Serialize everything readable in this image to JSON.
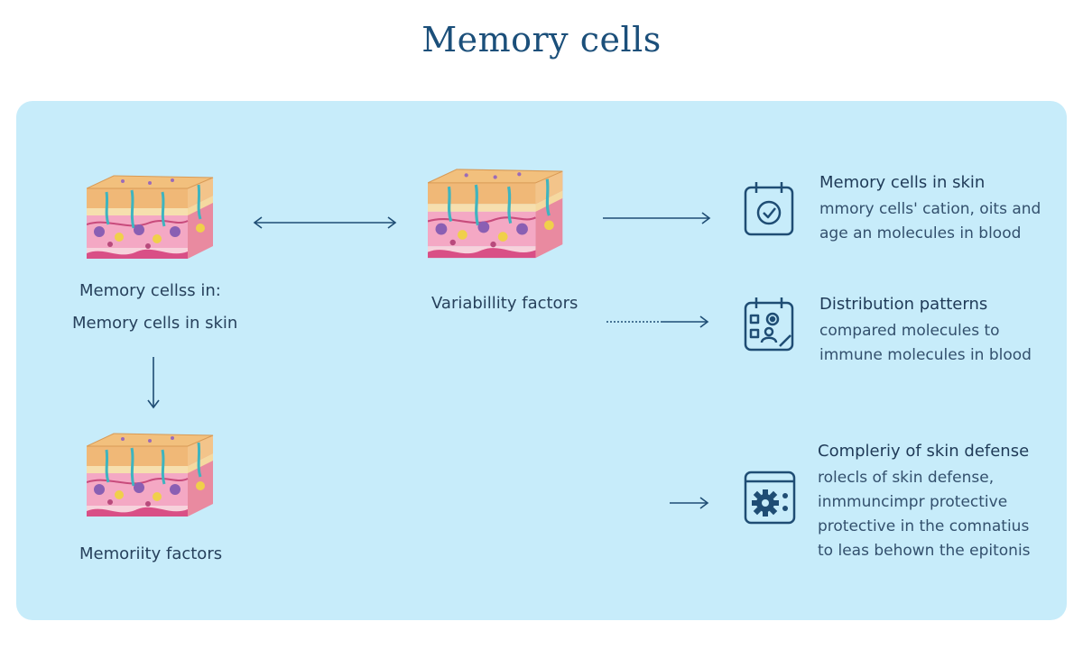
{
  "title": "Memory cells",
  "left": {
    "label_line1": "Memory cellss in:",
    "label_line2": "Memory cells in skin",
    "bottom_label": "Memoriity factors"
  },
  "middle": {
    "label": "Variabillity factors"
  },
  "right": [
    {
      "icon": "calendar-check-icon",
      "head": "Memory cells in skin",
      "lines": [
        "mmory cells' cation, oits and",
        "age an molecules in blood"
      ]
    },
    {
      "icon": "calendar-people-icon",
      "head": "Distribution patterns",
      "lines": [
        "compared molecules to",
        "immune molecules in blood"
      ]
    },
    {
      "icon": "window-gear-icon",
      "head": "Compleriy of skin defense",
      "lines": [
        "rolecls of skin defense,",
        "inmmuncimpr protective",
        "protective in the comnatius",
        "to leas behown the epitonis"
      ]
    }
  ],
  "colors": {
    "panel": "#c7ecfa",
    "arrow": "#1f4d74",
    "title": "#1b4f7a"
  }
}
